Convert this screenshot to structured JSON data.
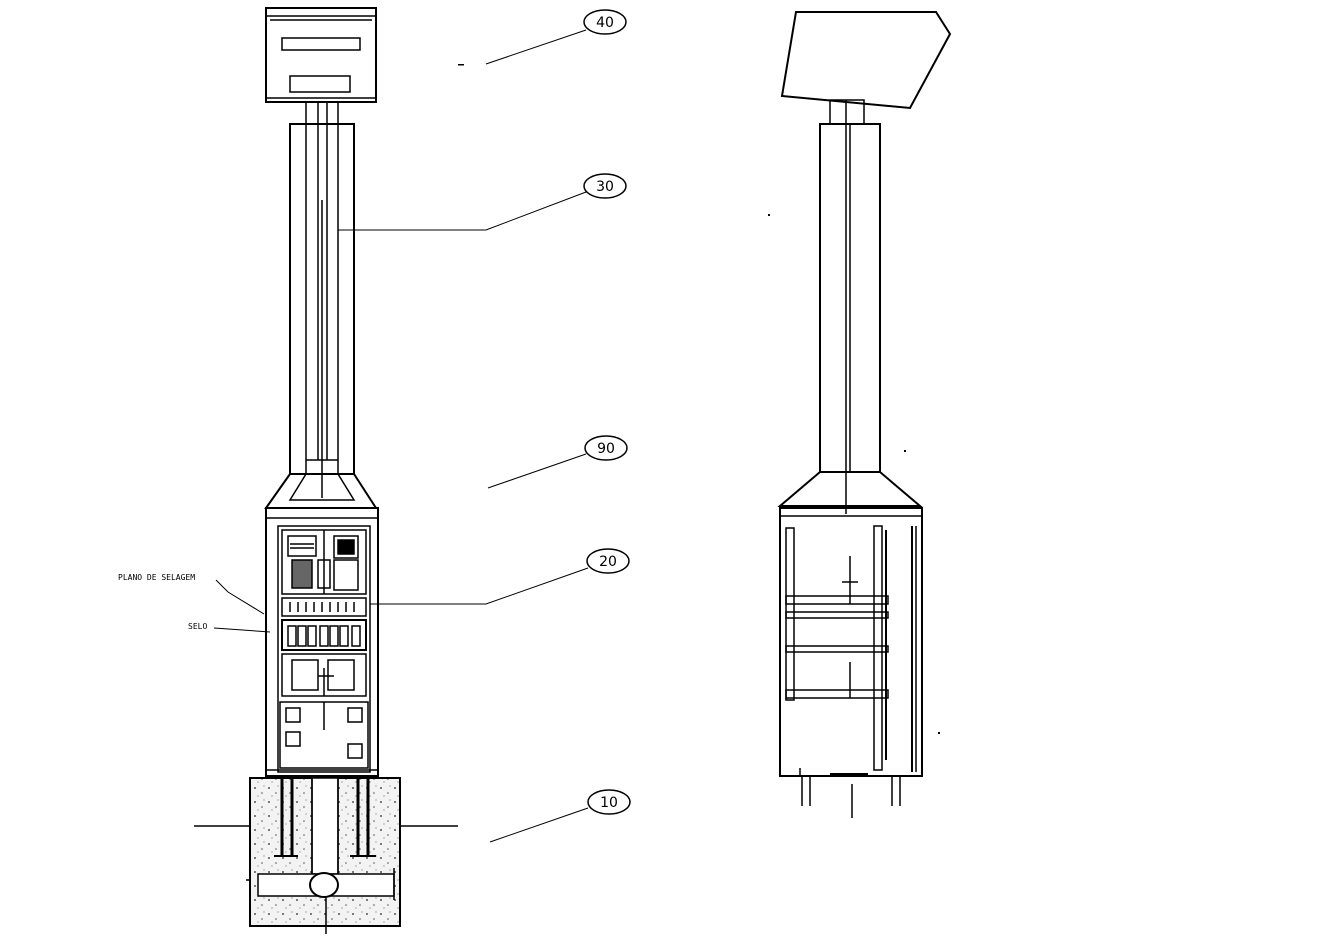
{
  "colors": {
    "line": "#000000",
    "background": "#ffffff",
    "concrete": "#f2f2f2"
  },
  "callouts": {
    "c40": "40",
    "c30": "30",
    "c90": "90",
    "c20": "20",
    "c10": "10"
  },
  "notes": {
    "plano_selagem": "PLANO DE SELAGEM",
    "selo": "SELO"
  }
}
